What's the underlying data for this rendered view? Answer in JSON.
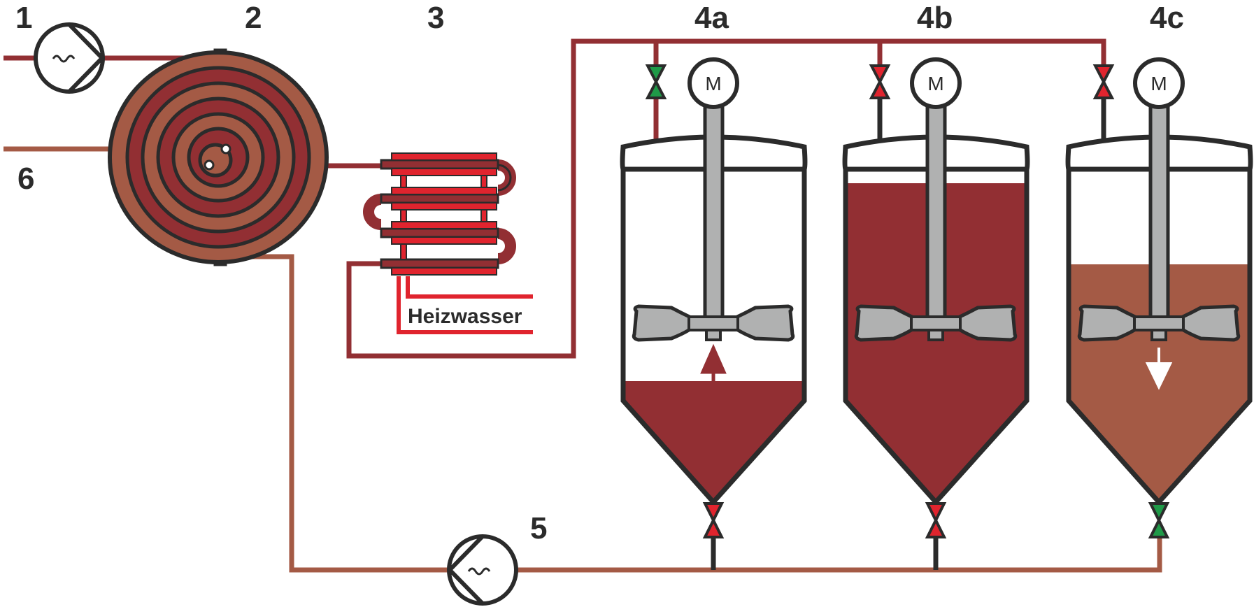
{
  "labels": {
    "pump_feed": "1",
    "heat_exchanger_spiral": "2",
    "heater": "3",
    "tank_a": "4a",
    "tank_b": "4b",
    "tank_c": "4c",
    "pump_return": "5",
    "outlet": "6",
    "heating_water": "Heizwasser",
    "motor": "M"
  },
  "colors": {
    "line_dark": "#2b2b2b",
    "hot_wine": "#922f33",
    "warm_mash": "#a45a45",
    "heater_red": "#e0242e",
    "valve_red": "#e0242e",
    "valve_green": "#1f9a48",
    "shaft_grey": "#b0b1b1"
  },
  "tanks": [
    {
      "id": "4a",
      "fill_level": 0.2,
      "fill_color": "#922f33",
      "arrow": "up",
      "top_valve": "open",
      "bottom_valve": "closed"
    },
    {
      "id": "4b",
      "fill_level": 0.95,
      "fill_color": "#922f33",
      "arrow": "none",
      "top_valve": "closed",
      "bottom_valve": "closed"
    },
    {
      "id": "4c",
      "fill_level": 0.6,
      "fill_color": "#a45a45",
      "arrow": "down",
      "top_valve": "closed",
      "bottom_valve": "open"
    }
  ]
}
